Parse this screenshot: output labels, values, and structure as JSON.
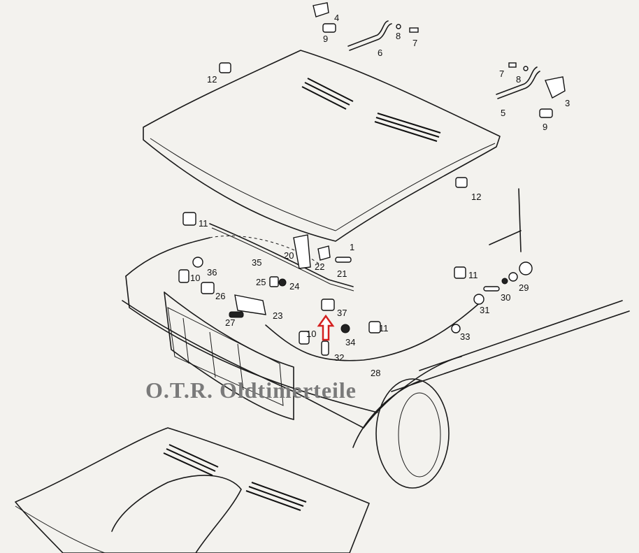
{
  "watermark": "O.T.R. Oldtimerteile",
  "labels": [
    {
      "id": "p4",
      "text": "4"
    },
    {
      "id": "p9a",
      "text": "9"
    },
    {
      "id": "p8a",
      "text": "8"
    },
    {
      "id": "p7a",
      "text": "7"
    },
    {
      "id": "p6",
      "text": "6"
    },
    {
      "id": "p12a",
      "text": "12"
    },
    {
      "id": "p7b",
      "text": "7"
    },
    {
      "id": "p8b",
      "text": "8"
    },
    {
      "id": "p3",
      "text": "3"
    },
    {
      "id": "p5",
      "text": "5"
    },
    {
      "id": "p9b",
      "text": "9"
    },
    {
      "id": "p12b",
      "text": "12"
    },
    {
      "id": "p11a",
      "text": "11"
    },
    {
      "id": "p1",
      "text": "1"
    },
    {
      "id": "p20",
      "text": "20"
    },
    {
      "id": "p22",
      "text": "22"
    },
    {
      "id": "p21",
      "text": "21"
    },
    {
      "id": "p35",
      "text": "35"
    },
    {
      "id": "p10a",
      "text": "10"
    },
    {
      "id": "p36",
      "text": "36"
    },
    {
      "id": "p11b",
      "text": "11"
    },
    {
      "id": "p25",
      "text": "25"
    },
    {
      "id": "p24",
      "text": "24"
    },
    {
      "id": "p26",
      "text": "26"
    },
    {
      "id": "p23",
      "text": "23"
    },
    {
      "id": "p27",
      "text": "27"
    },
    {
      "id": "p37",
      "text": "37"
    },
    {
      "id": "p29",
      "text": "29"
    },
    {
      "id": "p30",
      "text": "30"
    },
    {
      "id": "p31",
      "text": "31"
    },
    {
      "id": "p10b",
      "text": "10"
    },
    {
      "id": "p34",
      "text": "34"
    },
    {
      "id": "p11c",
      "text": "11"
    },
    {
      "id": "p33",
      "text": "33"
    },
    {
      "id": "p32",
      "text": "32"
    },
    {
      "id": "p28",
      "text": "28"
    }
  ],
  "highlight_color": "#d42020"
}
